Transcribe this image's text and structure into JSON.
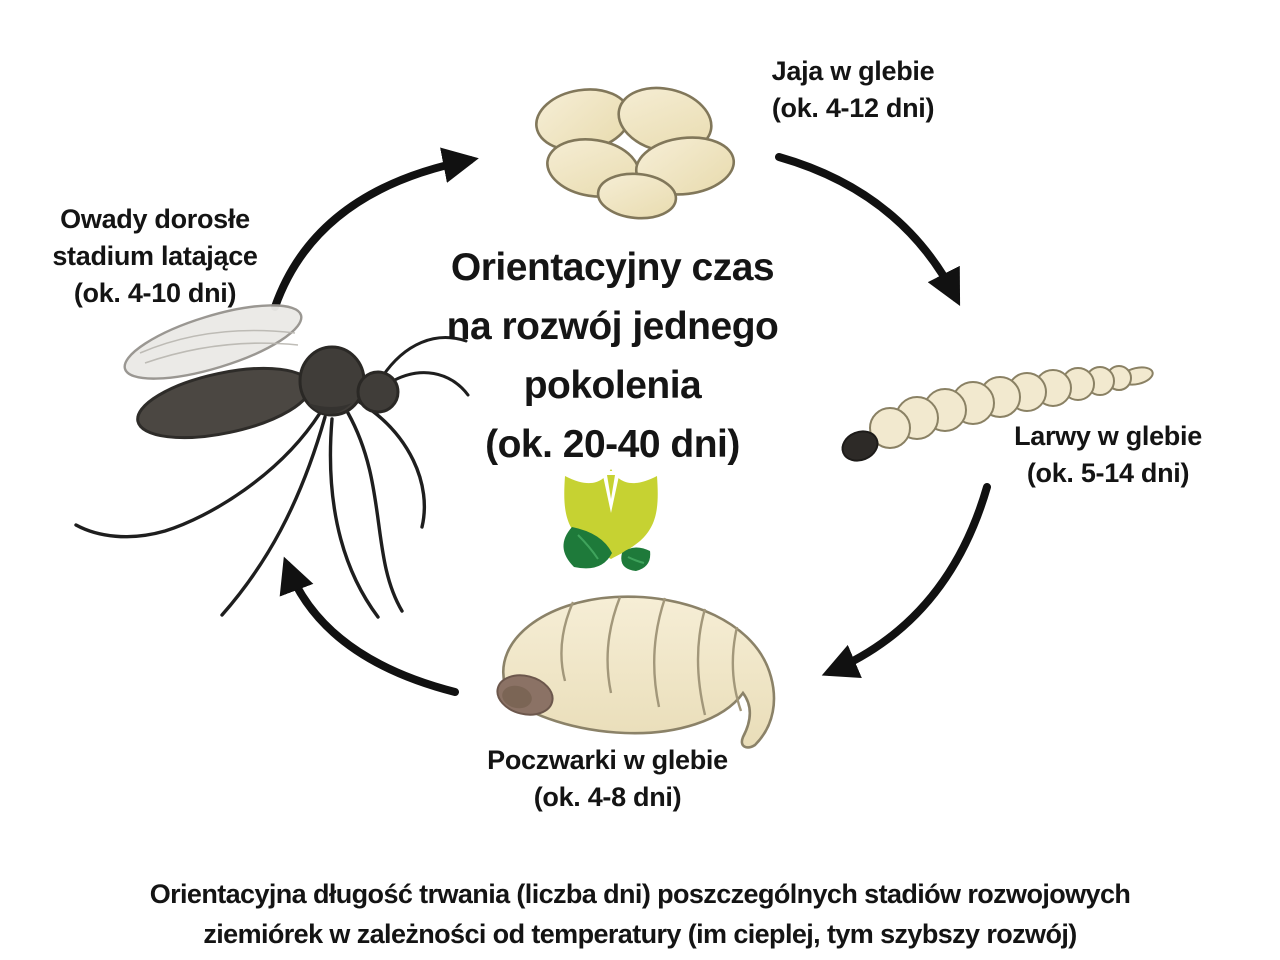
{
  "center": {
    "title_lines": [
      "Orientacyjny czas",
      "na rozwój jednego",
      "pokolenia",
      "(ok. 20-40 dni)"
    ]
  },
  "stages": {
    "eggs": {
      "name": "Jaja w glebie",
      "duration": "(ok. 4-12 dni)"
    },
    "larva": {
      "name": "Larwy w glebie",
      "duration": "(ok. 5-14 dni)"
    },
    "pupa": {
      "name": "Poczwarki w glebie",
      "duration": "(ok. 4-8 dni)"
    },
    "adult": {
      "lines": [
        "Owady dorosłe",
        "stadium latające",
        "(ok. 4-10 dni)"
      ]
    }
  },
  "caption": {
    "line1": "Orientacyjna długość trwania (liczba dni) poszczególnych stadiów rozwojowych",
    "line2": "ziemiórek w zależności od temperatury (im cieplej, tym szybszy rozwój)"
  },
  "icons": {
    "cycle_arrows": "clockwise-cycle-arrows",
    "eggs": "eggs-illustration",
    "larva": "larva-illustration",
    "pupa": "pupa-illustration",
    "adult": "adult-fungus-gnat-illustration",
    "logo": "tulip-leaf-logo"
  },
  "colors": {
    "background": "#ffffff",
    "text": "#141414",
    "arrow": "#111111",
    "egg_fill": "#efe5c2",
    "egg_stroke": "#81775a",
    "larva_fill": "#f2e9cf",
    "insect_dark": "#413e3a",
    "pupa_head_brown": "#8b7265",
    "logo_lime": "#c6d232",
    "logo_green": "#1e7a3a",
    "wing_gray": "#ebeae7"
  }
}
